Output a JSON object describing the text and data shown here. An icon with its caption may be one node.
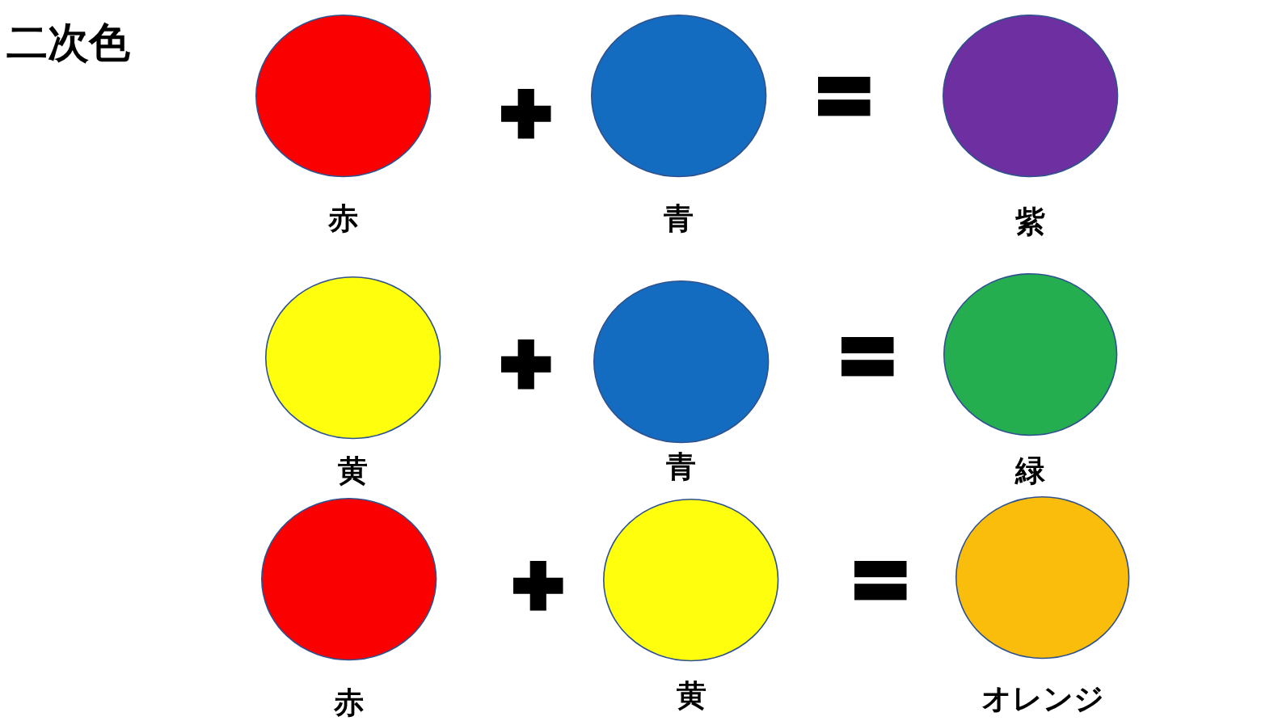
{
  "diagram": {
    "title": "二次色",
    "nodes": [
      {
        "text": [],
        "shape": "circle",
        "beside": [
          "赤"
        ]
      },
      {
        "text": [],
        "shape": "circle",
        "beside": [
          "青"
        ]
      },
      {
        "text": [],
        "shape": "circle",
        "beside": [
          "紫"
        ]
      },
      {
        "text": [],
        "shape": "circle",
        "beside": [
          "黄"
        ]
      },
      {
        "text": [],
        "shape": "circle",
        "beside": [
          "青"
        ]
      },
      {
        "text": [],
        "shape": "circle",
        "beside": [
          "緑"
        ]
      },
      {
        "text": [],
        "shape": "circle",
        "beside": [
          "赤"
        ]
      },
      {
        "text": [],
        "shape": "circle",
        "beside": [
          "黄"
        ]
      },
      {
        "text": [],
        "shape": "circle",
        "beside": [
          "オレンジ"
        ]
      }
    ]
  }
}
